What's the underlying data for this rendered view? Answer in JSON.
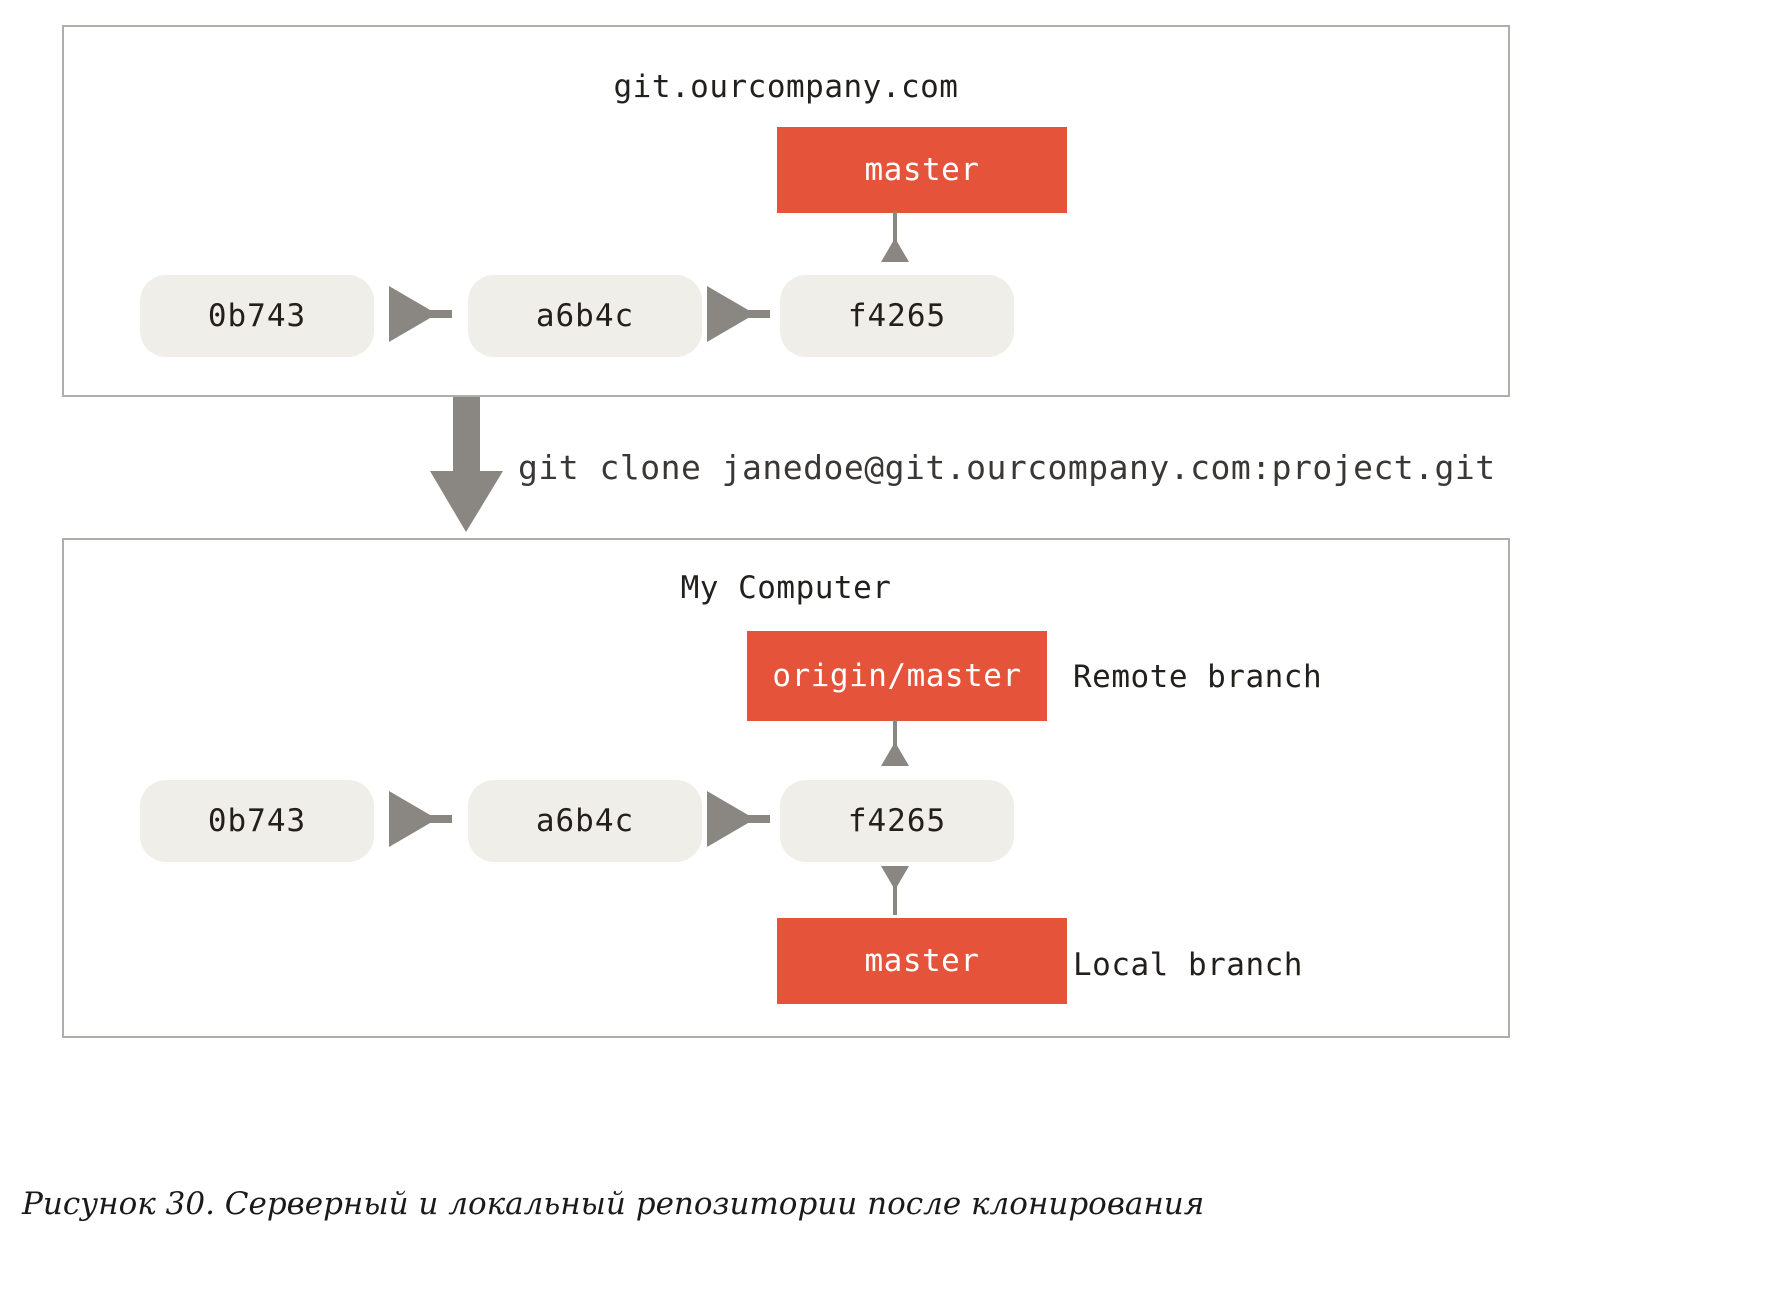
{
  "figure": {
    "caption": "Рисунок 30. Серверный и локальный репозитории после клонирования"
  },
  "colors": {
    "branch_orange": "#e4533a",
    "commit_fill": "#efeee9",
    "arrow_gray": "#8a8682",
    "panel_border": "#b0aeab",
    "text_dark": "#221f1d",
    "background": "#ffffff"
  },
  "clone_command": {
    "text": "git clone janedoe@git.ourcompany.com:project.git"
  },
  "server_panel": {
    "title": "git.ourcompany.com",
    "branch": {
      "label": "master"
    },
    "commits": [
      {
        "hash": "0b743"
      },
      {
        "hash": "a6b4c"
      },
      {
        "hash": "f4265"
      }
    ]
  },
  "computer_panel": {
    "title": "My Computer",
    "remote_branch": {
      "label": "origin/master",
      "annotation": "Remote branch"
    },
    "local_branch": {
      "label": "master",
      "annotation": "Local branch"
    },
    "commits": [
      {
        "hash": "0b743"
      },
      {
        "hash": "a6b4c"
      },
      {
        "hash": "f4265"
      }
    ]
  }
}
